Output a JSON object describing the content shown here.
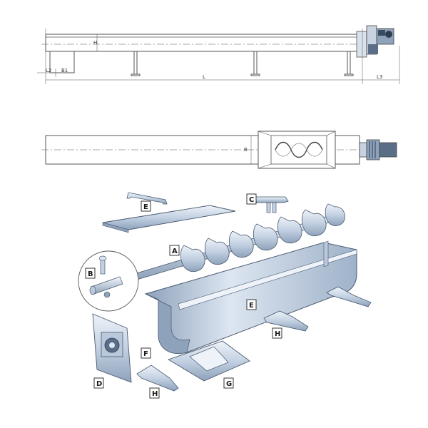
{
  "colors": {
    "line": "#555555",
    "metal_light": "#dde6f1",
    "metal_mid": "#b9c8db",
    "metal_dark": "#7f93ad",
    "outline": "#4a5a70",
    "tag_fill": "#ffffff"
  },
  "side_view": {
    "dims": {
      "h": "H",
      "l2": "L2",
      "b1": "B1",
      "l": "L",
      "l3": "L3"
    }
  },
  "top_view": {
    "dims": {
      "b": "B"
    }
  },
  "exploded_view": {
    "labels": {
      "cover": "E",
      "clamp_c": "C",
      "screw": "A",
      "bolt": "B",
      "trough": "E",
      "foot_left": "H",
      "foot_right": "H",
      "flange": "F",
      "end_bearing": "D",
      "saddle": "G"
    }
  }
}
